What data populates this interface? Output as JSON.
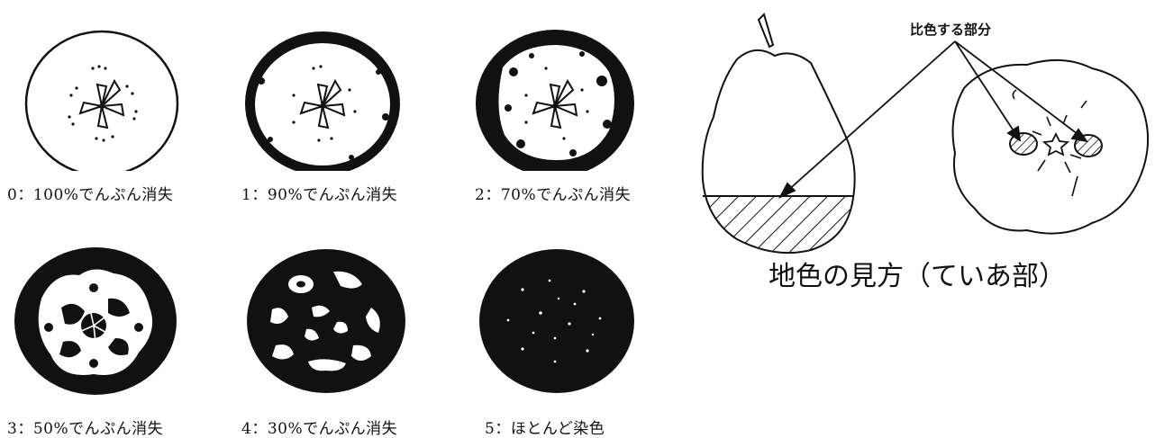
{
  "grades": [
    {
      "caption": "0：100%でんぷん消失"
    },
    {
      "caption": "1：90%でんぷん消失"
    },
    {
      "caption": "2：70%でんぷん消失"
    },
    {
      "caption": "3：50%でんぷん消失"
    },
    {
      "caption": "4：30%でんぷん消失"
    },
    {
      "caption": "5：ほとんど染色"
    }
  ],
  "pear": {
    "callout": "比色する部分",
    "caption": "地色の見方（ていあ部）"
  },
  "colors": {
    "ink": "#111111",
    "paper": "#ffffff"
  }
}
